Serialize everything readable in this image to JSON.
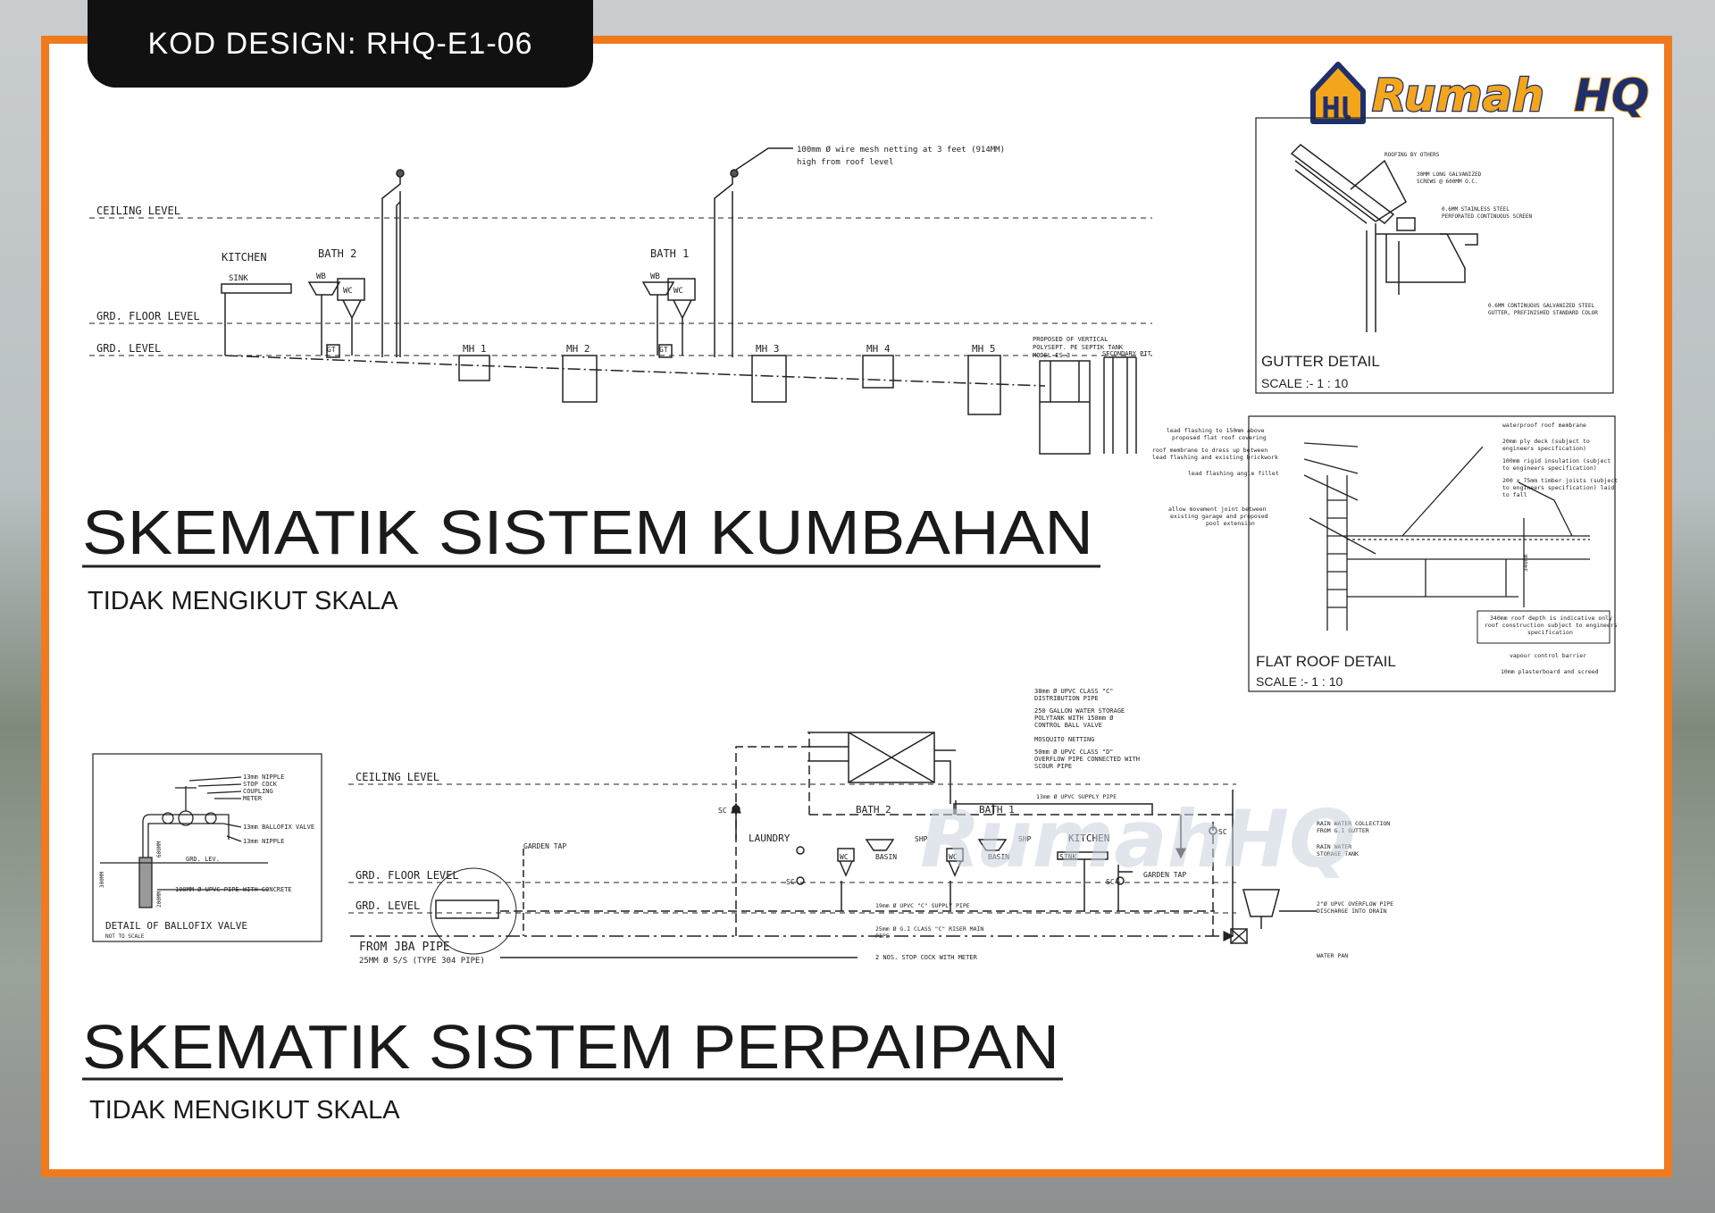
{
  "badge": "KOD DESIGN: RHQ-E1-06",
  "logo": {
    "text": "RumahHQ",
    "part1": "Rumah",
    "part2": "HQ",
    "colors": {
      "gold": "#f3a51c",
      "navy": "#1f2f6b"
    }
  },
  "colors": {
    "frame": "#f07a1e",
    "ink": "#222222",
    "badge_bg": "#111111"
  },
  "sewer": {
    "title": "SKEMATIK SISTEM KUMBAHAN",
    "subtitle": "TIDAK MENGIKUT SKALA",
    "levels": {
      "ceiling": "CEILING LEVEL",
      "floor": "GRD. FLOOR LEVEL",
      "ground": "GRD. LEVEL"
    },
    "rooms": {
      "kitchen": "KITCHEN",
      "bath2": "BATH 2",
      "bath1": "BATH 1"
    },
    "fixtures": {
      "sink": "SINK",
      "wb": "WB",
      "wc": "WC",
      "gt": "GT"
    },
    "manholes": [
      "MH 1",
      "MH 2",
      "MH 3",
      "MH 4",
      "MH 5"
    ],
    "vent_note_1": "100mm Ø wire mesh netting at 3 feet (914MM)",
    "vent_note_2": "high from roof level",
    "septic_1": "PROPOSED OF VERTICAL",
    "septic_2": "POLYSEPT. PE SEPTIK TANK",
    "septic_3": "MODEL ES-3",
    "secondary": "SECONDARY PIT"
  },
  "gutter": {
    "title": "GUTTER DETAIL",
    "scale": "SCALE :- 1 : 10",
    "notes": [
      "ROOFING BY OTHERS",
      "30MM LONG GALVANIZED",
      "SCREWS @ 600MM O.C.",
      "0.6MM STAINLESS STEEL",
      "PERFORATED CONTINUOUS SCREEN",
      "0.6MM CONTINUOUS GALVANIZED STEEL",
      "GUTTER, PREFINISHED STANDARD COLOR"
    ]
  },
  "flatroof": {
    "title": "FLAT ROOF DETAIL",
    "scale": "SCALE :- 1 : 10",
    "left_notes": [
      "lead flashing to 150mm above",
      "proposed flat roof covering",
      "roof membrane to dress up between",
      "lead flashing and existing brickwork",
      "lead flashing angle fillet",
      "allow movement joint between",
      "existing garage and proposed",
      "pool extension"
    ],
    "right_notes": [
      "waterproof roof membrane",
      "20mm ply deck (subject to",
      "engineers specification)",
      "100mm rigid insulation (subject",
      "to engineers specification)",
      "200 x 75mm timber joists (subject",
      "to engineers specification) laid",
      "to fall",
      "340mm",
      "340mm roof depth is indicative only",
      "roof construction subject to engineers",
      "specification",
      "vapour control barrier",
      "10mm plasterboard and screed"
    ]
  },
  "piping": {
    "title": "SKEMATIK SISTEM PERPAIPAN",
    "subtitle": "TIDAK MENGIKUT SKALA",
    "levels": {
      "ceiling": "CEILING LEVEL",
      "floor": "GRD. FLOOR LEVEL",
      "ground": "GRD. LEVEL"
    },
    "labels": {
      "garden_tap": "GARDEN TAP",
      "laundry": "LAUNDRY",
      "bath2": "BATH 2",
      "bath1": "BATH 1",
      "kitchen": "KITCHEN",
      "sink": "SINK",
      "basin": "BASIN",
      "wc": "WC",
      "sc": "SC",
      "sh": "SHP"
    },
    "jba_1": "FROM JBA PIPE",
    "jba_2": "25MM Ø S/S (TYPE 304 PIPE)",
    "top_notes": [
      "38mm Ø UPVC CLASS \"C\"",
      "DISTRIBUTION PIPE",
      "250 GALLON WATER STORAGE",
      "POLYTANK WITH 150mm Ø",
      "CONTROL BALL VALVE",
      "MOSQUITO NETTING",
      "50mm Ø UPVC CLASS \"D\"",
      "OVERFLOW PIPE CONNECTED WITH",
      "SCOUR PIPE"
    ],
    "supply_13": "13mm Ø UPVC SUPPLY PIPE",
    "supply_19": "19mm Ø UPVC \"C\" SUPPLY PIPE",
    "riser_1": "25mm Ø G.I CLASS \"C\" RISER MAIN",
    "riser_2": "PIPE",
    "stopcock": "2 NOS. STOP COCK WITH METER",
    "right_notes": [
      "RAIN WATER COLLECTION",
      "FROM G.I GUTTER",
      "RAIN WATER",
      "STORAGE TANK",
      "2\"Ø UPVC OVERFLOW PIPE",
      "DISCHARGE INTO DRAIN",
      "WATER PAN"
    ]
  },
  "ballofix": {
    "title": "DETAIL OF BALLOFIX VALVE",
    "note": "NOT TO SCALE",
    "labels": [
      "13mm NIPPLE",
      "STOP COCK",
      "COUPLING",
      "METER",
      "13mm BALLOFIX VALVE",
      "13mm NIPPLE",
      "GRD. LEV.",
      "100MM Ø UPVC PIPE WITH CONCRETE"
    ],
    "dims": [
      "300MM",
      "200MM",
      "600MM"
    ]
  }
}
